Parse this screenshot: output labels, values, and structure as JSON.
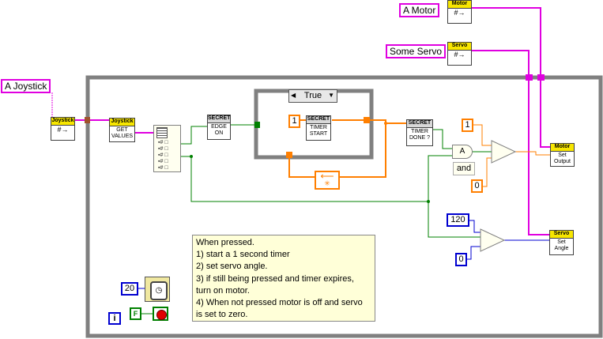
{
  "refs": {
    "joystick": "A Joystick",
    "motor": "A Motor",
    "servo": "Some Servo"
  },
  "vis": {
    "joystick_ref": {
      "header": "Joystick"
    },
    "joystick_get": {
      "header": "Joystick",
      "body": "GET\nVALUES"
    },
    "motor_ref": {
      "header": "Motor"
    },
    "servo_ref": {
      "header": "Servo"
    },
    "edge_on": {
      "header": "SECRET",
      "body": "EDGE\nON"
    },
    "timer_start": {
      "header": "SECRET",
      "body": "TIMER\nSTART"
    },
    "timer_done": {
      "header": "SECRET",
      "body": "TIMER\nDONE ?"
    },
    "motor_set": {
      "header": "Motor",
      "body": "Set\nOutput"
    },
    "servo_set": {
      "header": "Servo",
      "body": "Set\nAngle"
    }
  },
  "case_structure": {
    "selector_value": "True",
    "left_arrow": "◀",
    "right_arrow": "▼"
  },
  "constants": {
    "timer_one": "1",
    "motor_true": "1",
    "motor_false": "0",
    "servo_true": "120",
    "servo_false": "0",
    "wait_ms": "20",
    "iteration": "i",
    "stop": "F"
  },
  "and_label": "and",
  "and_node": "A",
  "comment": "When pressed.\n1) start a 1 second timer\n2) set servo angle.\n3) if still being pressed and timer expires,\n   turn on motor.\n4) When not pressed motor is off and servo\nis set to zero.",
  "colors": {
    "ref_wire": "#e000e0",
    "bool_wire": "#008000",
    "num_wire": "#ff7f00",
    "dbl_wire": "#0000d0",
    "loop_border": "#808080"
  }
}
